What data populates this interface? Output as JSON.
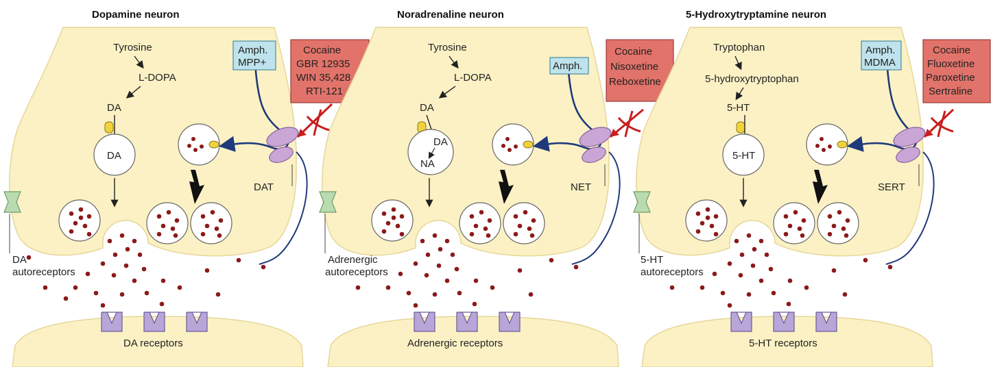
{
  "colors": {
    "cytoplasm": "#fbf1c4",
    "cytoplasm_edge": "#e6d698",
    "neurotransmitter": "#8b1a1a",
    "transporter": "#c9a6d6",
    "receptor": "#b8a6d8",
    "autoreceptor": "#b8dcb0",
    "releaser_box": "#bfe3ec",
    "blocker_box": "#e2736a",
    "inhibit_cross": "#c81e1e",
    "transport_path": "#1f3a7a"
  },
  "panels": [
    {
      "title": "Dopamine neuron",
      "precursor": "Tyrosine",
      "intermediate": "L-DOPA",
      "cyto_transmitter": "DA",
      "vesicle_labels": [
        "DA"
      ],
      "transporter": "DAT",
      "releaser_lines": [
        "Amph.",
        "MPP+"
      ],
      "blocker_lines": [
        "Cocaine",
        "GBR 12935",
        "WIN 35,428",
        "RTI-121"
      ],
      "autoreceptor_lines": [
        "DA",
        "autoreceptors"
      ],
      "receptors_label": "DA receptors"
    },
    {
      "title": "Noradrenaline neuron",
      "precursor": "Tyrosine",
      "intermediate": "L-DOPA",
      "cyto_transmitter": "DA",
      "vesicle_labels": [
        "DA",
        "NA"
      ],
      "transporter": "NET",
      "releaser_lines": [
        "Amph."
      ],
      "blocker_lines": [
        "Cocaine",
        "Nisoxetine",
        "Reboxetine"
      ],
      "autoreceptor_lines": [
        "Adrenergic",
        "autoreceptors"
      ],
      "receptors_label": "Adrenergic receptors"
    },
    {
      "title": "5-Hydroxytryptamine neuron",
      "precursor": "Tryptophan",
      "intermediate": "5-hydroxytryptophan",
      "cyto_transmitter": "5-HT",
      "vesicle_labels": [
        "5-HT"
      ],
      "transporter": "SERT",
      "releaser_lines": [
        "Amph.",
        "MDMA"
      ],
      "blocker_lines": [
        "Cocaine",
        "Fluoxetine",
        "Paroxetine",
        "Sertraline"
      ],
      "autoreceptor_lines": [
        "5-HT",
        "autoreceptors"
      ],
      "receptors_label": "5-HT receptors"
    }
  ]
}
